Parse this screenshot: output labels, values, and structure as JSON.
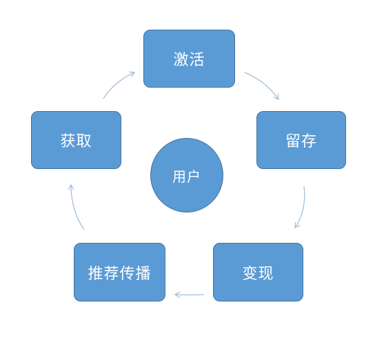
{
  "diagram": {
    "center": {
      "label": "用户"
    },
    "nodes": [
      {
        "id": "activate",
        "label": "激活"
      },
      {
        "id": "retain",
        "label": "留存"
      },
      {
        "id": "monetize",
        "label": "变现"
      },
      {
        "id": "refer",
        "label": "推荐传播"
      },
      {
        "id": "acquire",
        "label": "获取"
      }
    ],
    "cycle": [
      "acquire",
      "activate",
      "retain",
      "monetize",
      "refer",
      "acquire"
    ],
    "colors": {
      "node_fill": "#5b9bd5",
      "node_border": "#41719c",
      "node_text": "#ffffff",
      "arrow": "#a4bfdc"
    }
  }
}
